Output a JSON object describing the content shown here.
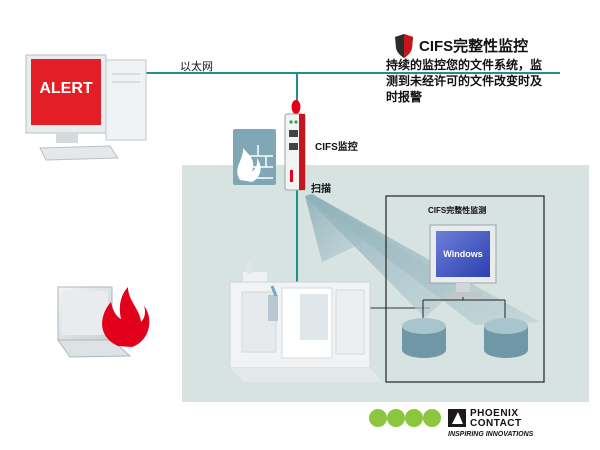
{
  "network": {
    "ethernet_label": "以太网"
  },
  "alert_monitor": {
    "screen_text": "ALERT"
  },
  "device": {
    "name_label": "CIFS监控",
    "scan_label": "扫描"
  },
  "monitored_area": {
    "title": "CIFS完整性监测"
  },
  "windows_pc": {
    "screen_text": "Windows"
  },
  "callout": {
    "title": "CIFS完整性监控",
    "lines": [
      "持续的监控您的文件系统，监",
      "测到未经许可的文件改变时及",
      "时报警"
    ]
  },
  "brand": {
    "name_line1": "PHOENIX",
    "name_line2": "CONTACT",
    "tagline": "INSPIRING INNOVATIONS",
    "circle_colors": [
      "#8cc63f",
      "#8cc63f",
      "#8cc63f",
      "#8cc63f"
    ]
  },
  "colors": {
    "network_line": "#1f8f8f",
    "area_fill": "#d6e3e1",
    "alert_red": "#e31e24",
    "flame_red": "#e2001a",
    "firewall_blue": "#7fa7b6",
    "beam": "#9fbcc4"
  }
}
